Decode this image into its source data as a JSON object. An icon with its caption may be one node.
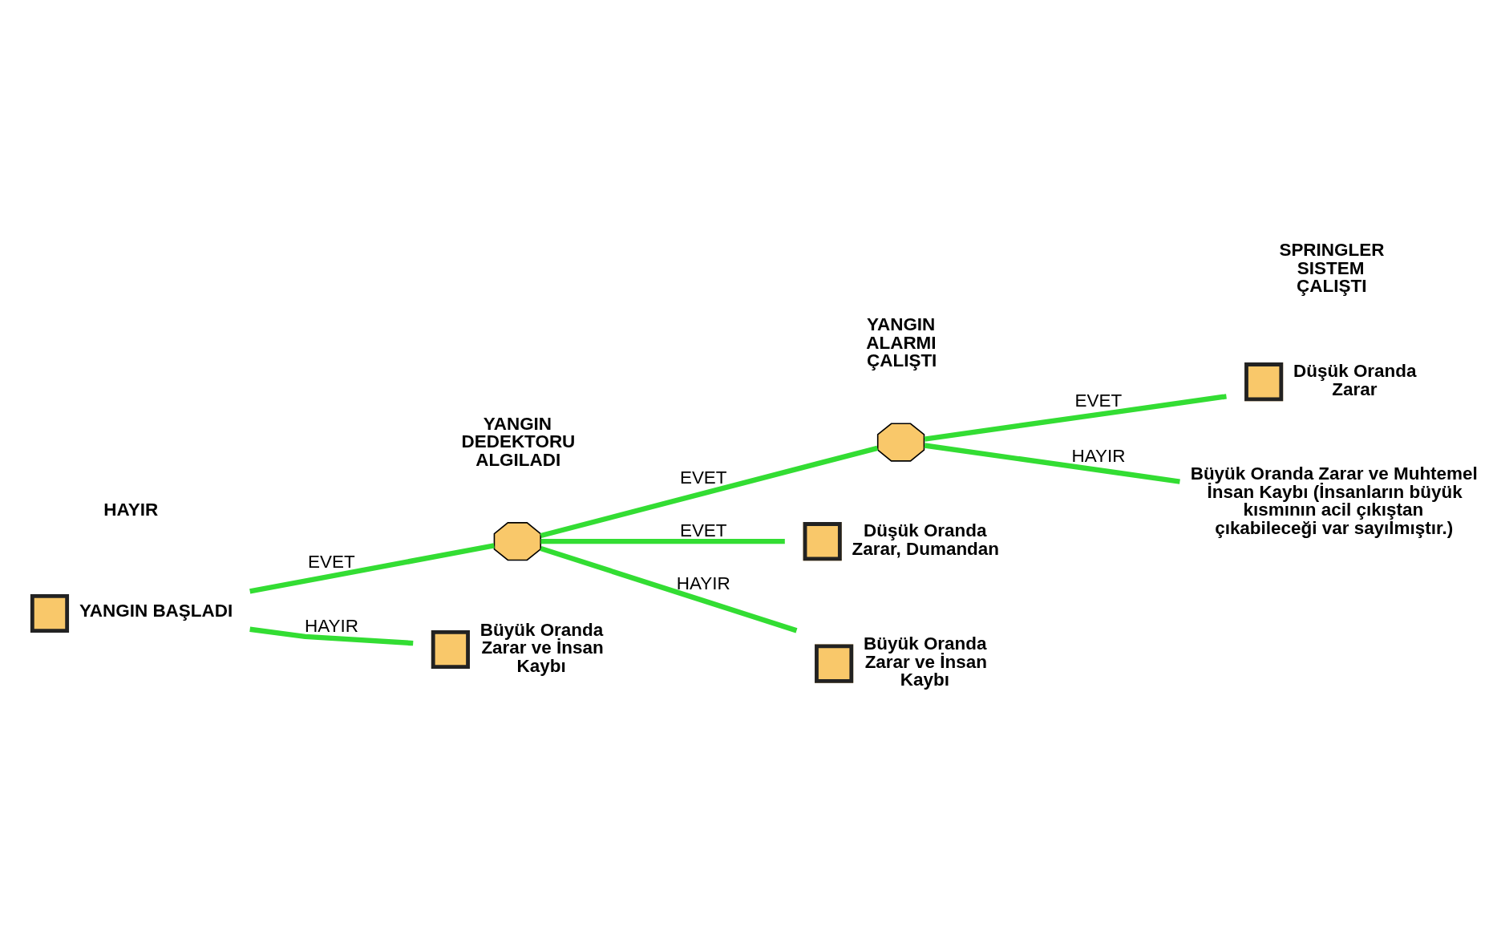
{
  "diagram": {
    "nodes": [
      {
        "text": [],
        "shape": "box",
        "beside": [
          "YANGIN BAŞLADI"
        ]
      },
      {
        "text": [],
        "shape": "octagon"
      },
      {
        "text": [],
        "shape": "octagon"
      },
      {
        "text": [],
        "shape": "box",
        "beside": [
          "Düşük Oranda Zarar"
        ]
      },
      {
        "text": [
          "Büyük Oranda Zarar ve Muhtemel İnsan Kaybı (İnsanların büyük kısmının acil çıkıştan çıkabileceği var sayılmıştır.)"
        ]
      },
      {
        "text": [],
        "shape": "box",
        "beside": [
          "Düşük Oranda Zarar, Dumandan"
        ]
      },
      {
        "text": [],
        "shape": "box",
        "beside": [
          "Büyük Oranda Zarar ve İnsan Kaybı"
        ]
      },
      {
        "text": [],
        "shape": "box",
        "beside": [
          "Büyük Oranda Zarar ve İnsan Kaybı"
        ]
      }
    ],
    "edges": [
      {
        "from": 0,
        "to": 1,
        "arrow": "none",
        "label": "EVET"
      },
      {
        "from": 1,
        "to": 2,
        "arrow": "none",
        "label": "EVET"
      },
      {
        "from": 2,
        "to": 3,
        "arrow": "none",
        "label": "EVET"
      },
      {
        "from": 2,
        "to": 4,
        "arrow": "none",
        "label": "HAYIR"
      },
      {
        "from": 1,
        "to": 5,
        "arrow": "none",
        "label": "EVET"
      },
      {
        "from": 1,
        "to": 6,
        "arrow": "none",
        "label": "HAYIR"
      },
      {
        "from": 0,
        "to": 7,
        "arrow": "none",
        "label": "HAYIR"
      }
    ],
    "labels": [
      "YANGIN DEDEKTORU ALGILADI",
      "YANGIN ALARMI ÇALIŞTI",
      "SPRINGLER SISTEM ÇALIŞTI",
      "HAYIR"
    ]
  }
}
